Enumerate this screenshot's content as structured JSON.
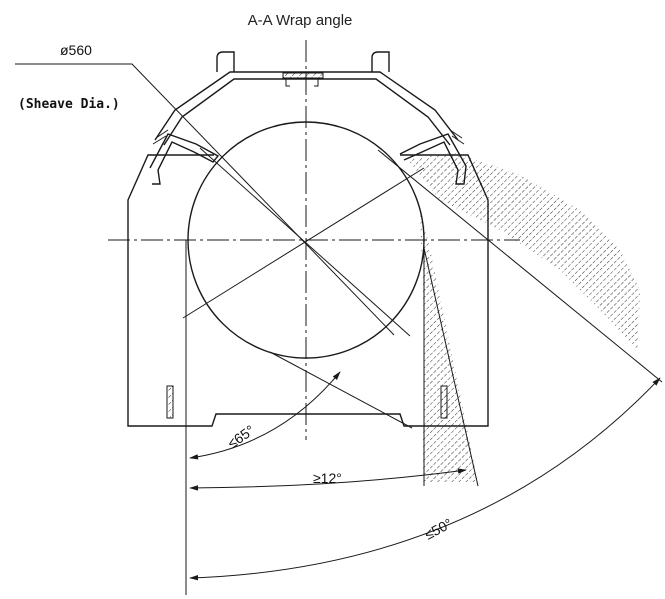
{
  "diagram": {
    "title": "A-A Wrap angle",
    "diameter_label": "ø560",
    "sheave_note": "(Sheave Dia.)",
    "angles": [
      {
        "label": "≤65°"
      },
      {
        "label": "≥12°"
      },
      {
        "label": "≤50°"
      }
    ]
  }
}
